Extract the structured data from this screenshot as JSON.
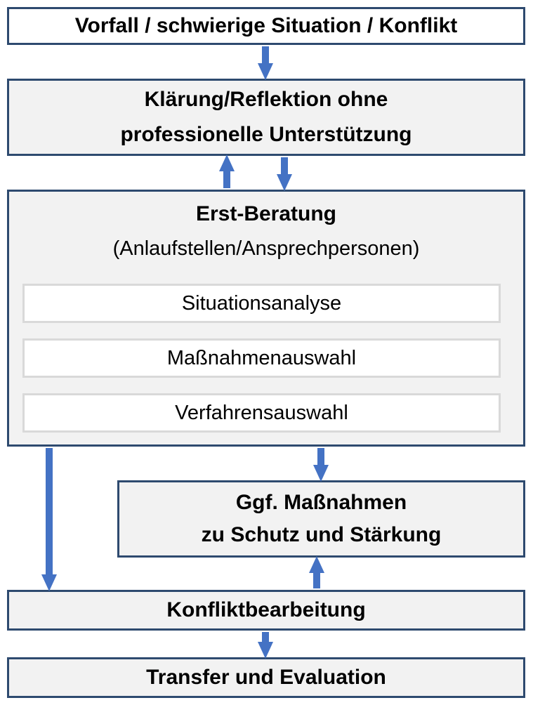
{
  "nodes": {
    "incident": "Vorfall / schwierige Situation / Konflikt",
    "clarification": {
      "line1": "Klärung/Reflektion ohne",
      "line2": "professionelle Unterstützung"
    },
    "first_consultation": {
      "title": "Erst-Beratung",
      "subtitle": "(Anlaufstellen/Ansprechpersonen)",
      "steps": [
        "Situationsanalyse",
        "Maßnahmenauswahl",
        "Verfahrensauswahl"
      ]
    },
    "measures": {
      "line1": "Ggf. Maßnahmen",
      "line2": "zu Schutz und Stärkung"
    },
    "conflict_resolution": "Konfliktbearbeitung",
    "transfer": "Transfer und Evaluation"
  },
  "colors": {
    "border": "#2e4a6f",
    "arrow": "#4472c4",
    "box_fill": "#f2f2f2",
    "inner_border": "#d9d9d9"
  }
}
